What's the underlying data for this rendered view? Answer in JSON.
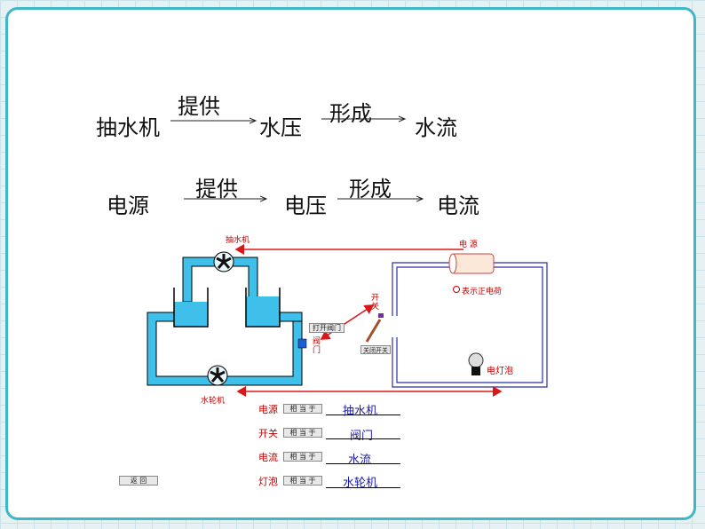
{
  "row1": {
    "item1": "抽水机",
    "verb1": "提供",
    "item2": "水压",
    "verb2": "形成",
    "item3": "水流"
  },
  "row2": {
    "item1": "电源",
    "verb1": "提供",
    "item2": "电压",
    "verb2": "形成",
    "item3": "电流"
  },
  "diagram": {
    "pump_label": "抽水机",
    "turbine_label": "水轮机",
    "source_label": "电  源",
    "charge_label": "表示正电荷",
    "switch_label": "开\n关",
    "valve_label": "阀\n门",
    "bulb_label": "电灯泡",
    "open_valve_btn": "打开阀门",
    "close_switch_btn": "关闭开关"
  },
  "analogy": [
    {
      "left": "电源",
      "btn": "相 当 于",
      "right": "抽水机"
    },
    {
      "left": "开关",
      "btn": "相 当 于",
      "right": "阀门"
    },
    {
      "left": "电流",
      "btn": "相 当 于",
      "right": "水流"
    },
    {
      "left": "灯泡",
      "btn": "相 当 于",
      "right": "水轮机"
    }
  ],
  "back_btn": "返  回",
  "colors": {
    "water": "#3ec0ea",
    "wire": "#2a2fa8",
    "arrow": "#d81818",
    "frame": "#3fb7c9"
  }
}
